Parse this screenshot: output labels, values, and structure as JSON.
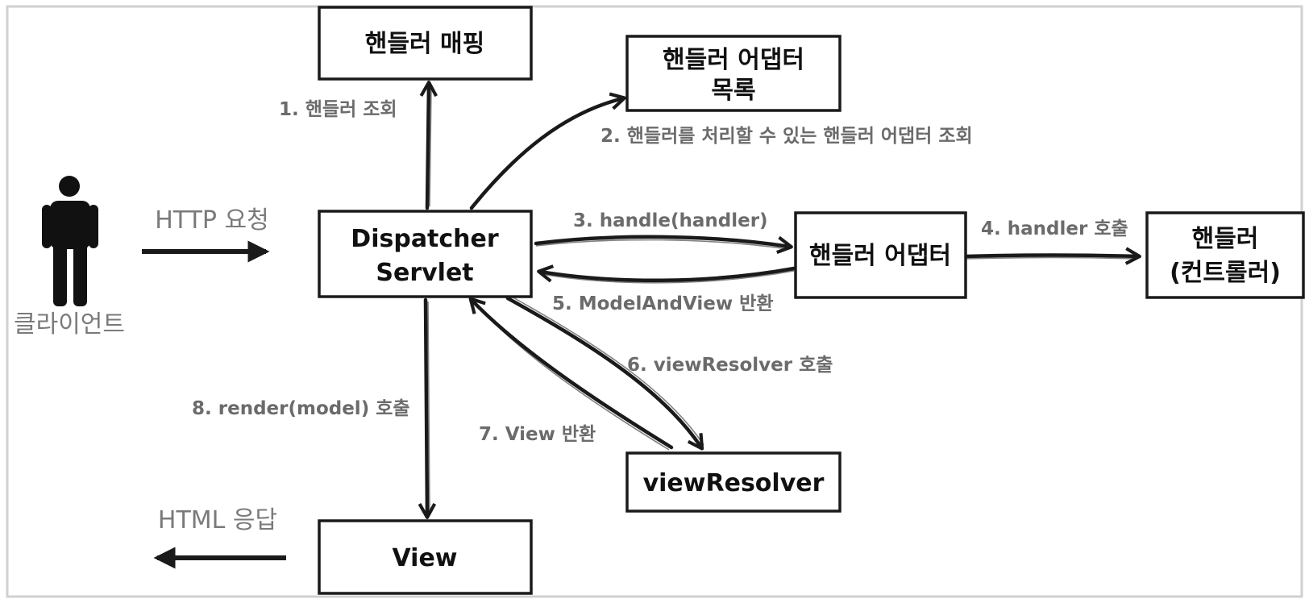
{
  "nodes": {
    "handler_mapping": "핸들러 매핑",
    "handler_adapter_list": [
      "핸들러 어댑터",
      "목록"
    ],
    "dispatcher_servlet": [
      "Dispatcher",
      "Servlet"
    ],
    "handler_adapter": "핸들러 어댑터",
    "handler": [
      "핸들러",
      "(컨트롤러)"
    ],
    "view_resolver": "viewResolver",
    "view": "View"
  },
  "actor": {
    "client_label": "클라이언트"
  },
  "edges": {
    "http_request": "HTTP 요청",
    "html_response": "HTML 응답",
    "step1": "1. 핸들러 조회",
    "step2": "2. 핸들러를 처리할 수 있는 핸들러 어댑터 조회",
    "step3": "3. handle(handler)",
    "step4": "4. handler 호출",
    "step5": "5. ModelAndView 반환",
    "step6": "6. viewResolver 호출",
    "step7": "7. View 반환",
    "step8": "8. render(model) 호출"
  },
  "colors": {
    "line": "#1a1a1a",
    "label": "#6b6b6b",
    "frame": "#d0d0d0"
  }
}
